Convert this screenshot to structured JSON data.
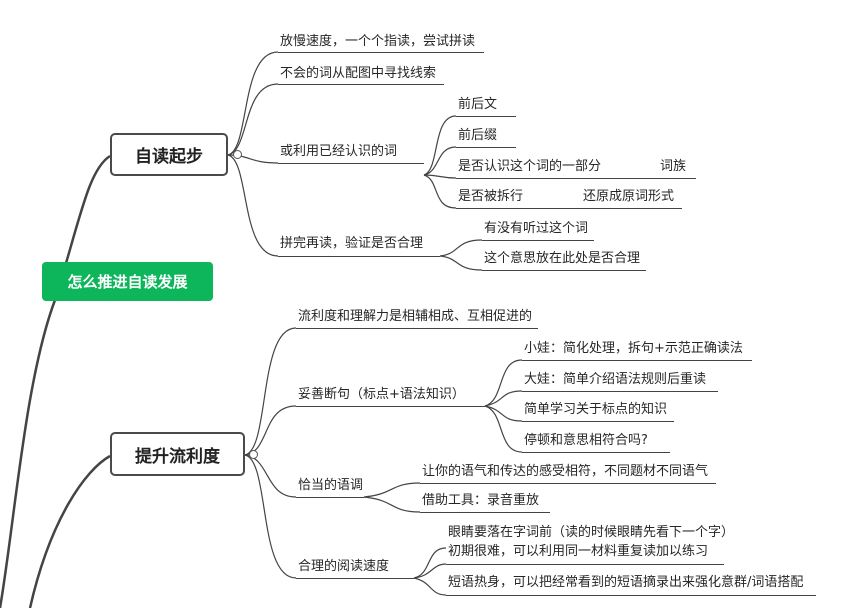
{
  "root": {
    "label": "怎么推进自读发展"
  },
  "branch1": {
    "label": "自读起步",
    "items": [
      "放慢速度，一个个指读，尝试拼读",
      "不会的词从配图中寻找线索",
      "或利用已经认识的词",
      "拼完再读，验证是否合理"
    ],
    "sub_known_words": [
      "前后文",
      "前后缀",
      "是否认识这个词的一部分",
      "是否被拆行"
    ],
    "word_family": "词族",
    "restore_form": "还原成原词形式",
    "sub_verify": [
      "有没有听过这个词",
      "这个意思放在此处是否合理"
    ]
  },
  "branch2": {
    "label": "提升流利度",
    "items": [
      "流利度和理解力是相辅相成、互相促进的",
      "妥善断句（标点+语法知识）",
      "恰当的语调",
      "合理的阅读速度"
    ],
    "sub_punct": [
      "小娃：简化处理，拆句+示范正确读法",
      "大娃：简单介绍语法规则后重读",
      "简单学习关于标点的知识",
      "停顿和意思相符合吗?"
    ],
    "sub_tone": [
      "让你的语气和传达的感受相符，不同题材不同语气",
      "借助工具：录音重放"
    ],
    "sub_speed": [
      "眼睛要落在字词前（读的时候眼睛先看下一个字）",
      "初期很难，可以利用同一材料重复读加以练习",
      "短语热身，可以把经常看到的短语摘录出来强化意群/词语搭配"
    ]
  }
}
